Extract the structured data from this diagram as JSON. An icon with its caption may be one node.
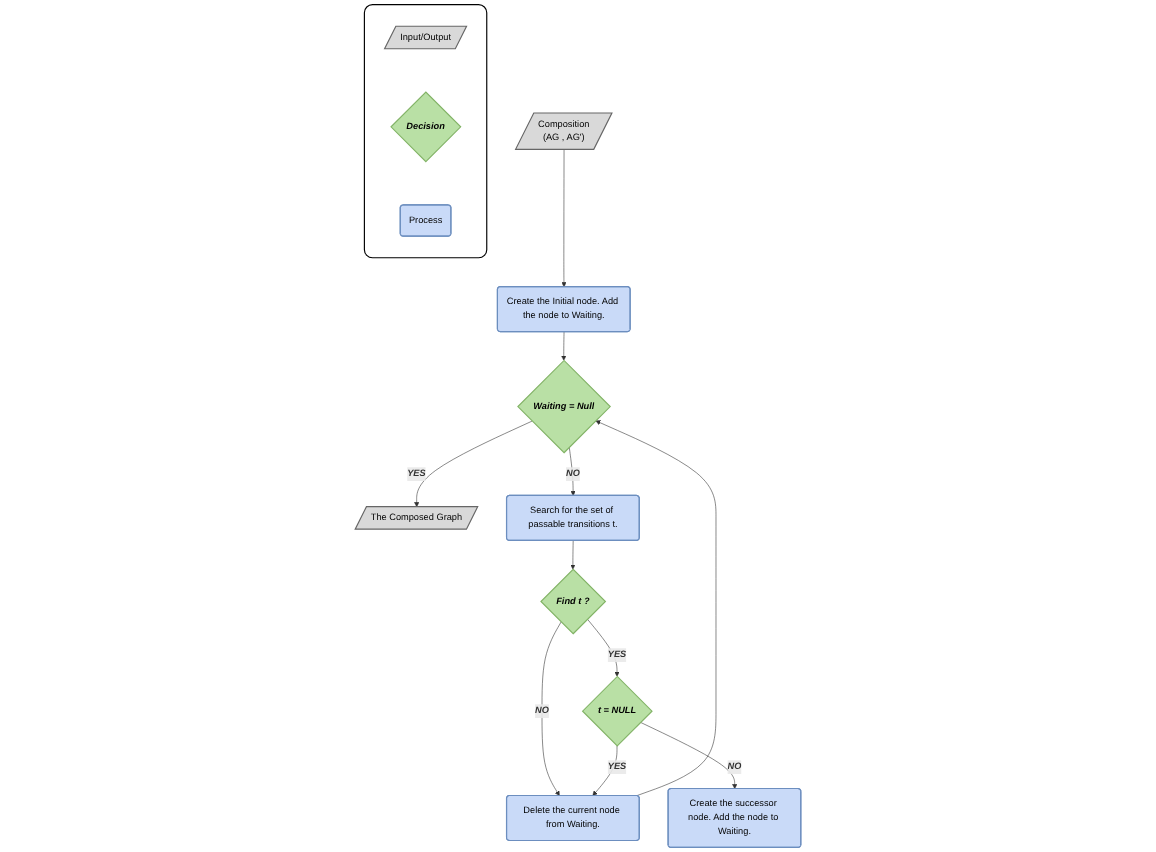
{
  "diagram": {
    "nodes": [
      {
        "text": [
          "Composition",
          "(AG , AG')"
        ]
      },
      {
        "text": [
          "Create the Initial node. Add the node to Waiting."
        ]
      },
      {
        "text": [
          "Waiting = Null"
        ]
      },
      {
        "text": [
          "The Composed Graph"
        ]
      },
      {
        "text": [
          "Search for the set of passable transitions t."
        ]
      },
      {
        "text": [],
        "shape": "box"
      },
      {
        "text": [
          "Input/Output"
        ],
        "in": 5
      },
      {
        "text": [
          "Decision"
        ],
        "in": 5
      },
      {
        "text": [
          "Process"
        ],
        "in": 5
      },
      {
        "text": [
          "Find t ?"
        ]
      },
      {
        "text": [
          "Delete the current node from Waiting."
        ]
      },
      {
        "text": [
          "t = NULL"
        ]
      },
      {
        "text": [
          "Create the successor node. Add the node to Waiting."
        ]
      }
    ],
    "edges": [
      {
        "from": 0,
        "to": 1,
        "arrow": "to"
      },
      {
        "from": 1,
        "to": 2,
        "arrow": "to"
      },
      {
        "from": 2,
        "to": 3,
        "arrow": "to",
        "label": "YES"
      },
      {
        "from": 2,
        "to": 4,
        "arrow": "to",
        "label": "NO"
      },
      {
        "from": 4,
        "to": 9,
        "arrow": "to"
      },
      {
        "from": 9,
        "to": 10,
        "arrow": "to",
        "label": "NO"
      },
      {
        "from": 9,
        "to": 11,
        "arrow": "to",
        "label": "YES"
      },
      {
        "from": 11,
        "to": 10,
        "arrow": "to",
        "label": "YES"
      },
      {
        "from": 11,
        "to": 12,
        "arrow": "to",
        "label": "NO"
      },
      {
        "from": 10,
        "to": 2,
        "arrow": "to"
      }
    ]
  }
}
